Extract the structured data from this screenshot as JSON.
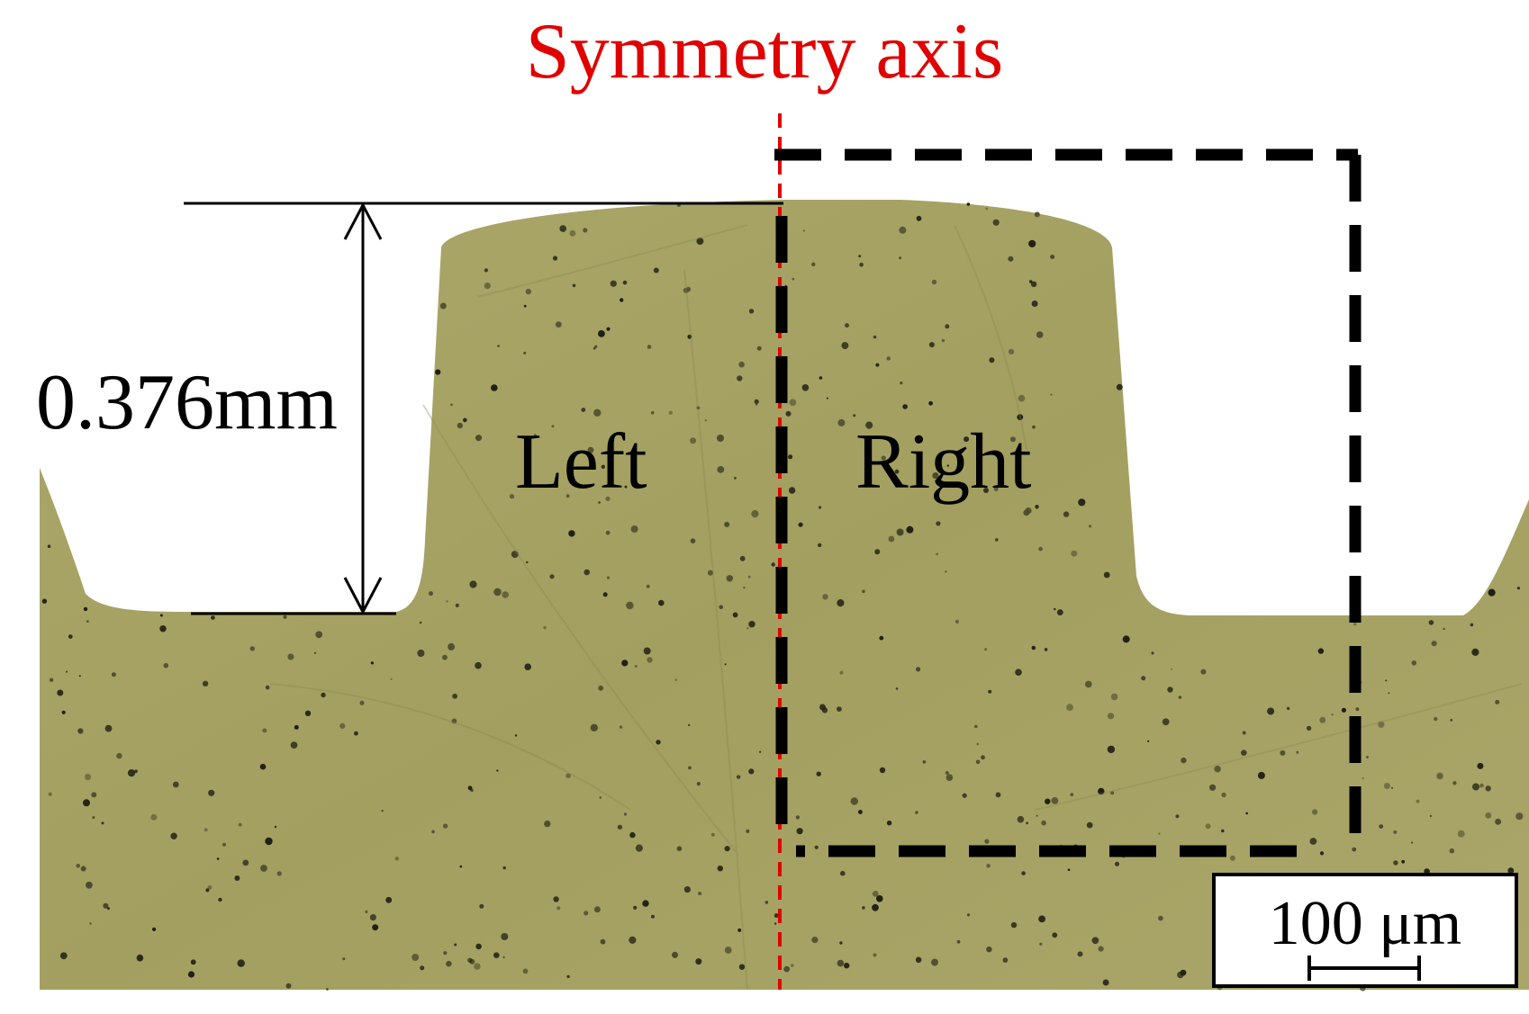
{
  "figure": {
    "title": "Symmetry axis",
    "dimension_label": "0.376mm",
    "region_left_label": "Left",
    "region_right_label": "Right",
    "scale_bar_label": "100 μm"
  },
  "colors": {
    "specimen": "#a8a464",
    "specimen_dark": "#8f8b4f",
    "axis_line": "#e00000",
    "annotation": "#000000",
    "background": "#ffffff"
  },
  "icons": {
    "dimension_arrow": "double-headed-vertical-arrow",
    "region_box": "dashed-rectangle",
    "scale_bar": "scale-bar-icon"
  }
}
